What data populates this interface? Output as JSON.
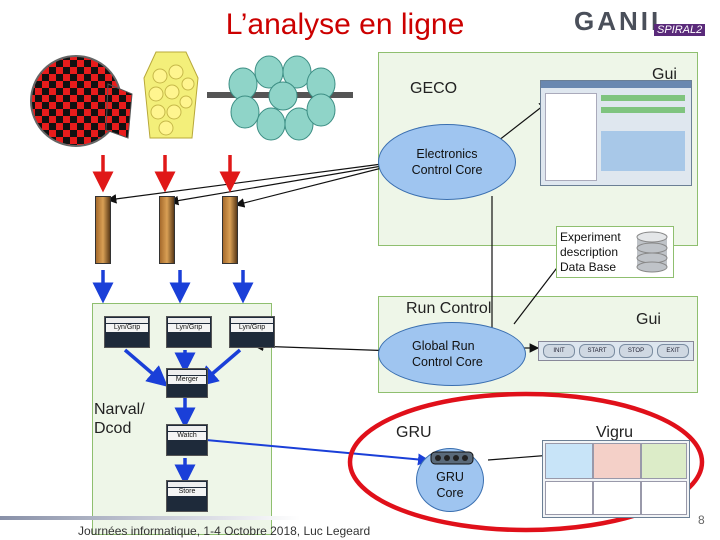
{
  "title": "L’analyse en ligne",
  "logo": {
    "main": "GANIL",
    "sub": "SPIRAL2"
  },
  "geco": {
    "label": "GECO",
    "gui_label": "Gui"
  },
  "electronics_core": {
    "label": "Electronics Control Core"
  },
  "experiment_db": {
    "label": "Experiment description Data Base"
  },
  "run_control": {
    "label": "Run Control",
    "gui_label": "Gui",
    "core_label": "Global Run Control Core",
    "buttons": [
      "INIT",
      "START",
      "STOP",
      "EXIT"
    ]
  },
  "narval": {
    "label": "Narval/ Dcod",
    "cards": [
      "Lyn/Grip",
      "Lyn/Grip",
      "Lyn/Grip",
      "Merger",
      "Watch",
      "Store"
    ]
  },
  "gru": {
    "label": "GRU",
    "core_label": "GRU Core",
    "vigru_label": "Vigru"
  },
  "footer": "Journées informatique, 1-4 Octobre 2018, Luc Legeard",
  "page_number": "8",
  "colors": {
    "title": "#cc0000",
    "box_fill": "#eef6e8",
    "box_border": "#8fbf6f",
    "ellipse": "#9fc5f0",
    "red_arrow": "#e01818",
    "blue_arrow": "#1a3fd8",
    "highlight": "#e0101a"
  }
}
